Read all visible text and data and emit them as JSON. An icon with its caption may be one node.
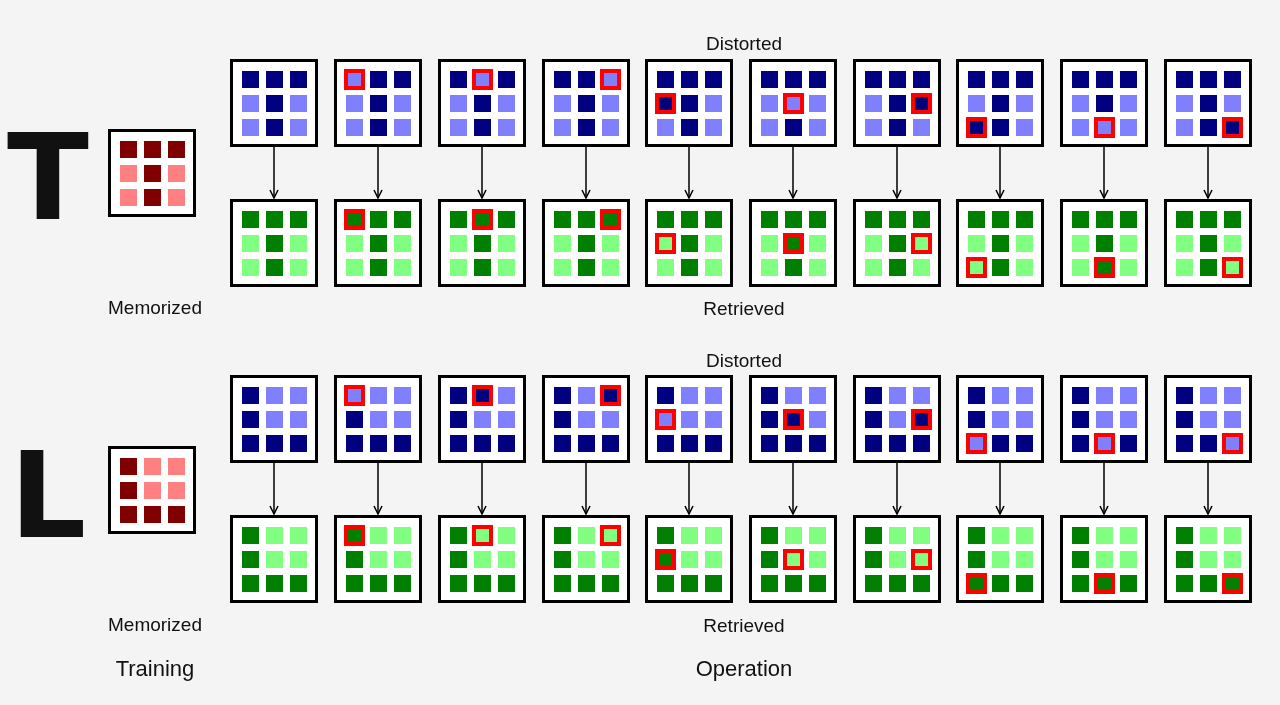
{
  "diagram": {
    "nodes": [
      {
        "text": [],
        "shape": "picture"
      },
      {
        "text": [],
        "shape": "picture"
      },
      {
        "text": [],
        "shape": "picture"
      },
      {
        "text": [],
        "shape": "picture"
      },
      {
        "text": [],
        "shape": "picture"
      },
      {
        "text": [],
        "shape": "picture"
      },
      {
        "text": [],
        "shape": "picture"
      },
      {
        "text": [],
        "shape": "picture"
      },
      {
        "text": [],
        "shape": "picture"
      },
      {
        "text": [],
        "shape": "picture"
      },
      {
        "text": [],
        "shape": "picture"
      },
      {
        "text": [],
        "shape": "picture"
      },
      {
        "text": [],
        "shape": "picture"
      },
      {
        "text": [],
        "shape": "picture"
      },
      {
        "text": [],
        "shape": "picture"
      },
      {
        "text": [],
        "shape": "picture"
      },
      {
        "text": [],
        "shape": "picture"
      },
      {
        "text": [],
        "shape": "picture"
      },
      {
        "text": [],
        "shape": "picture"
      },
      {
        "text": [],
        "shape": "picture"
      },
      {
        "text": [],
        "shape": "picture"
      },
      {
        "text": [],
        "shape": "picture"
      },
      {
        "text": [],
        "shape": "picture"
      },
      {
        "text": [],
        "shape": "picture"
      },
      {
        "text": [],
        "shape": "picture"
      },
      {
        "text": [],
        "shape": "picture"
      },
      {
        "text": [],
        "shape": "picture"
      },
      {
        "text": [],
        "shape": "picture"
      },
      {
        "text": [],
        "shape": "picture"
      },
      {
        "text": [],
        "shape": "picture"
      },
      {
        "text": [],
        "shape": "picture"
      },
      {
        "text": [],
        "shape": "picture"
      },
      {
        "text": [],
        "shape": "picture"
      },
      {
        "text": [],
        "shape": "picture"
      },
      {
        "text": [],
        "shape": "picture"
      },
      {
        "text": [],
        "shape": "picture"
      },
      {
        "text": [],
        "shape": "picture"
      },
      {
        "text": [],
        "shape": "picture"
      },
      {
        "text": [],
        "shape": "picture"
      },
      {
        "text": [],
        "shape": "picture"
      },
      {
        "text": [],
        "shape": "picture"
      },
      {
        "text": [],
        "shape": "picture"
      }
    ],
    "edges": [
      {
        "from": 1,
        "to": 11,
        "arrow": "to"
      },
      {
        "from": 2,
        "to": 12,
        "arrow": "to"
      },
      {
        "from": 3,
        "to": 13,
        "arrow": "to"
      },
      {
        "from": 4,
        "to": 14,
        "arrow": "to"
      },
      {
        "from": 5,
        "to": 15,
        "arrow": "to"
      },
      {
        "from": 6,
        "to": 16,
        "arrow": "to"
      },
      {
        "from": 7,
        "to": 17,
        "arrow": "to"
      },
      {
        "from": 8,
        "to": 18,
        "arrow": "to"
      },
      {
        "from": 9,
        "to": 19,
        "arrow": "to"
      },
      {
        "from": 10,
        "to": 20,
        "arrow": "to"
      },
      {
        "from": 22,
        "to": 32,
        "arrow": "to"
      },
      {
        "from": 23,
        "to": 33,
        "arrow": "to"
      },
      {
        "from": 24,
        "to": 34,
        "arrow": "to"
      },
      {
        "from": 25,
        "to": 35,
        "arrow": "to"
      },
      {
        "from": 26,
        "to": 36,
        "arrow": "to"
      },
      {
        "from": 27,
        "to": 37,
        "arrow": "to"
      },
      {
        "from": 28,
        "to": 38,
        "arrow": "to"
      },
      {
        "from": 29,
        "to": 39,
        "arrow": "to"
      },
      {
        "from": 30,
        "to": 40,
        "arrow": "to"
      },
      {
        "from": 31,
        "to": 41,
        "arrow": "to"
      }
    ],
    "labels": [
      "Distorted",
      "T",
      "Memorized",
      "Retrieved",
      "Distorted",
      "L",
      "Memorized",
      "Retrieved",
      "Training",
      "Operation"
    ]
  }
}
